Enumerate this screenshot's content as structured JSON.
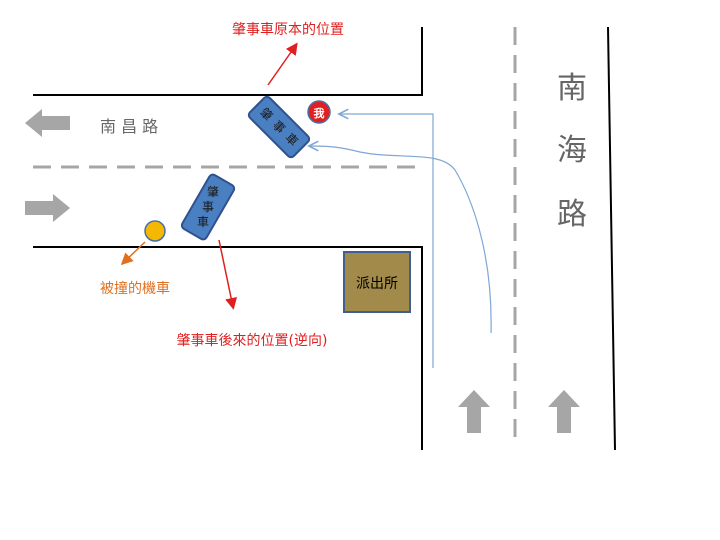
{
  "roads": {
    "horizontal_name": "南 昌 路",
    "vertical_name_chars": [
      "南",
      "海",
      "路"
    ]
  },
  "vehicles": {
    "car_original_label": [
      "肇",
      "事",
      "車"
    ],
    "car_later_label": [
      "肇",
      "事",
      "車"
    ],
    "me_label": "我"
  },
  "landmarks": {
    "police_station_label": "派出所"
  },
  "annotations": {
    "original_position": "肇事車原本的位置",
    "later_position": "肇事車後來的位置(逆向)",
    "hit_scooter": "被撞的機車"
  },
  "colors": {
    "road_edge": "#000000",
    "lane_dash": "#a6a6a6",
    "arrow_gray": "#a6a6a6",
    "car_fill": "#4a7fc1",
    "car_stroke": "#2f528f",
    "me_fill": "#e02020",
    "scooter_fill": "#f5b800",
    "station_fill": "#a28a4a",
    "station_stroke": "#3f5f8f",
    "red_text": "#e02020",
    "orange_text": "#e07020",
    "path_line": "#7fa6d6"
  }
}
